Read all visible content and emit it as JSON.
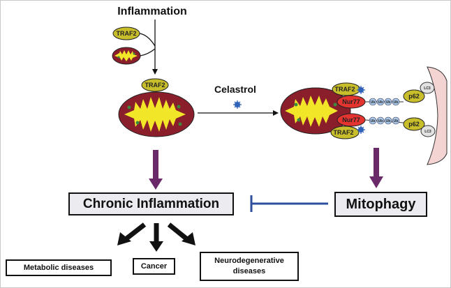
{
  "title": "Inflammation",
  "traf2_label": "TRAF2",
  "nur77_label": "Nur77",
  "ub_label": "Ub",
  "p62_label": "p62",
  "lc3_label": "LC3",
  "celastrol_label": "Celastrol",
  "chronic_inflammation": "Chronic Inflammation",
  "mitophagy": "Mitophagy",
  "outcomes": {
    "metabolic": "Metabolic diseases",
    "cancer": "Cancer",
    "neuro_line1": "Neurodegenerative",
    "neuro_line2": "diseases"
  },
  "colors": {
    "traf2_fill": "#c8bd2a",
    "mito_outer": "#8a1e2a",
    "mito_inner": "#f2e628",
    "nur77_fill": "#e3342f",
    "ub_fill": "#a9c8e8",
    "celastrol_blue": "#2f62b8",
    "purple_arrow": "#6a2a6a",
    "inhibit_blue": "#2e4f9e",
    "membrane": "#f3d4d2"
  }
}
